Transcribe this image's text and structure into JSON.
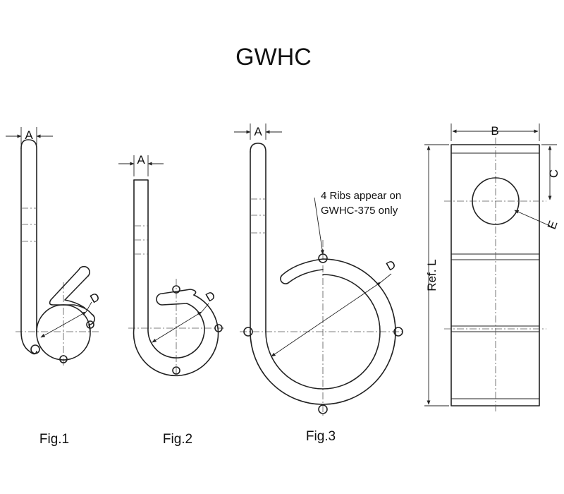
{
  "title": "GWHC",
  "figures": {
    "fig1": {
      "caption": "Fig.1",
      "dims": {
        "a": "A",
        "d": "D"
      }
    },
    "fig2": {
      "caption": "Fig.2",
      "dims": {
        "a": "A",
        "d": "D"
      }
    },
    "fig3": {
      "caption": "Fig.3",
      "dims": {
        "a": "A",
        "d": "D"
      },
      "note_line1": "4 Ribs appear on",
      "note_line2": "GWHC-375 only"
    },
    "side_view": {
      "dims": {
        "b": "B",
        "c": "C",
        "e": "E",
        "l": "Ref. L"
      }
    }
  }
}
